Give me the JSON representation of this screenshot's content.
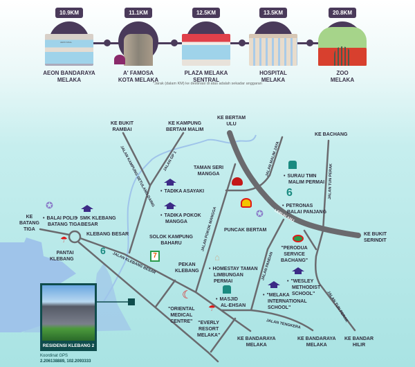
{
  "destinations": [
    {
      "distance": "10.9KM",
      "name_line1": "AEON BANDARAYA",
      "name_line2": "MELAKA",
      "sign": "AEON MALL",
      "icon": "mall-icon"
    },
    {
      "distance": "11.1KM",
      "name_line1": "A' FAMOSA",
      "name_line2": "KOTA MELAKA",
      "icon": "fort-icon"
    },
    {
      "distance": "12.5KM",
      "name_line1": "PLAZA MELAKA",
      "name_line2": "SENTRAL",
      "icon": "shop-icon"
    },
    {
      "distance": "13.5KM",
      "name_line1": "HOSPITAL",
      "name_line2": "MELAKA",
      "icon": "hospital-icon"
    },
    {
      "distance": "20.8KM",
      "name_line1": "ZOO",
      "name_line2": "MELAKA",
      "icon": "zoo-icon"
    }
  ],
  "footnote": "*Jarak (dalam KM) ke destinasi di atas adalah sekadar anggaran",
  "map": {
    "directions": {
      "bukit_rambai": [
        "KE BUKIT",
        "RAMBAI"
      ],
      "kampung_bertam": [
        "KE KAMPUNG",
        "BERTAM MALIM"
      ],
      "bertam_ulu": [
        "KE BERTAM",
        "ULU"
      ],
      "bachang": [
        "KE BACHANG"
      ],
      "bukit_serindit": [
        "KE BUKIT",
        "SERINDIT"
      ],
      "batang_tiga": [
        "KE",
        "BATANG",
        "TIGA"
      ],
      "bandaraya1": [
        "KE BANDARAYA",
        "MELAKA"
      ],
      "bandaraya2": [
        "KE BANDARAYA",
        "MELAKA"
      ],
      "bandar_hilir": [
        "KE BANDAR",
        "HILIR"
      ]
    },
    "roads": {
      "setulang": "JALAN KAMPUNG SETULANG DAING",
      "gp1": "JALAN GP 1",
      "malim_jaya": "JALAN MALIM JAYA",
      "tun_perak1": "JALAN TUN PERAK",
      "tun_perak2": "JALAN TUN PERAK",
      "amj": "LEBUH AMJ",
      "pokok_mangga": "JALAN POKOK MANGGA",
      "klebang_besar": "JALAN KLEBANG BESAR",
      "pandan": "JALAN PANDAN",
      "tengkera": "JALAN TENGKERA"
    },
    "areas": {
      "taman_seri": [
        "TAMAN SERI",
        "MANGGA"
      ],
      "solok": [
        "SOLOK KAMPUNG",
        "BAHARU"
      ],
      "klebang_besar": [
        "KLEBANG BESAR"
      ],
      "pekan": [
        "PEKAN",
        "KLEBANG"
      ],
      "puncak": [
        "PUNCAK BERTAM"
      ]
    },
    "pois": {
      "tadika_asayaki": [
        "TADIKA ASAYAKI"
      ],
      "tadika_pokok": [
        "TADIKA POKOK",
        "MANGGA"
      ],
      "balai_polis": [
        "BALAI POLIS",
        "BATANG TIGA"
      ],
      "smk": [
        "SMK KLEBANG",
        "BESAR"
      ],
      "pantai": [
        "PANTAI",
        "KLEBANG"
      ],
      "surau": [
        "SURAU TMN",
        "MALIM PERMAI"
      ],
      "petronas": [
        "PETRONAS",
        "BALAI PANJANG"
      ],
      "perodua": [
        "\"PERODUA",
        "SERVICE",
        "BACHANG\""
      ],
      "wesley": [
        "\"WESLEY",
        "METHODIST",
        "SCHOOL\""
      ],
      "mis": [
        "\"MELAKA",
        "INTERNATIONAL",
        "SCHOOL\""
      ],
      "homestay": [
        "HOMESTAY TAMAN",
        "LIMBUNGAN",
        "PERMAI"
      ],
      "masjid": [
        "MASJID",
        "AL-EHSAN"
      ],
      "oriental": [
        "\"ORIENTAL",
        "MEDICAL",
        "CENTRE\""
      ],
      "everly": [
        "\"EVERLY",
        "RESORT",
        "MELAKA\""
      ]
    }
  },
  "property": {
    "name": "RESIDENSI KLEBANG 2",
    "gps_label": "Koordinat GPS",
    "gps_value": "2.206138889, 102.2093333"
  },
  "colors": {
    "purple": "#4a3a5a",
    "road": "#6a6a6e",
    "teal": "#0f4c4c",
    "sea": "#9fc4ea"
  }
}
